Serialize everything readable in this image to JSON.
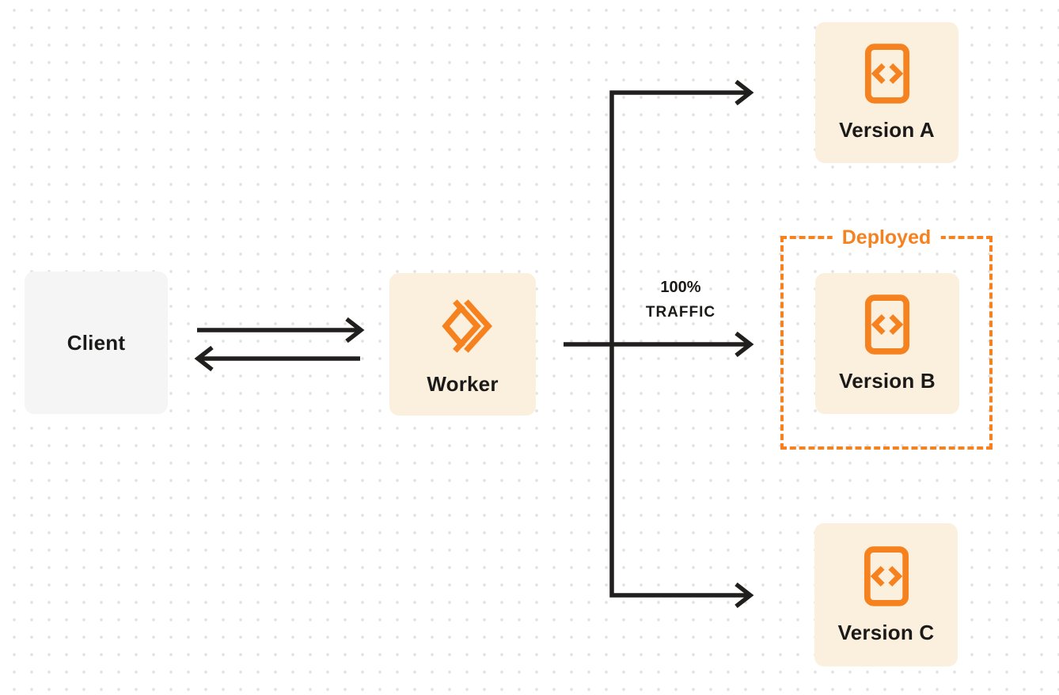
{
  "diagram": {
    "colors": {
      "accent_orange": "#F6821F",
      "node_cream": "#FBEFDE",
      "client_gray": "#F5F5F6",
      "arrow_dark": "#211F1E",
      "label_dark": "#1B1A19",
      "dot_gray": "#E2E2E2"
    },
    "nodes": {
      "client": {
        "label": "Client"
      },
      "worker": {
        "label": "Worker",
        "icon": "cloudflare-workers-icon"
      },
      "version_a": {
        "label": "Version A",
        "icon": "code-file-icon"
      },
      "version_b": {
        "label": "Version B",
        "icon": "code-file-icon"
      },
      "version_c": {
        "label": "Version C",
        "icon": "code-file-icon"
      }
    },
    "annotations": {
      "deployed": {
        "label": "Deployed"
      },
      "traffic": {
        "line1": "100%",
        "line2": "TRAFFIC"
      }
    }
  }
}
